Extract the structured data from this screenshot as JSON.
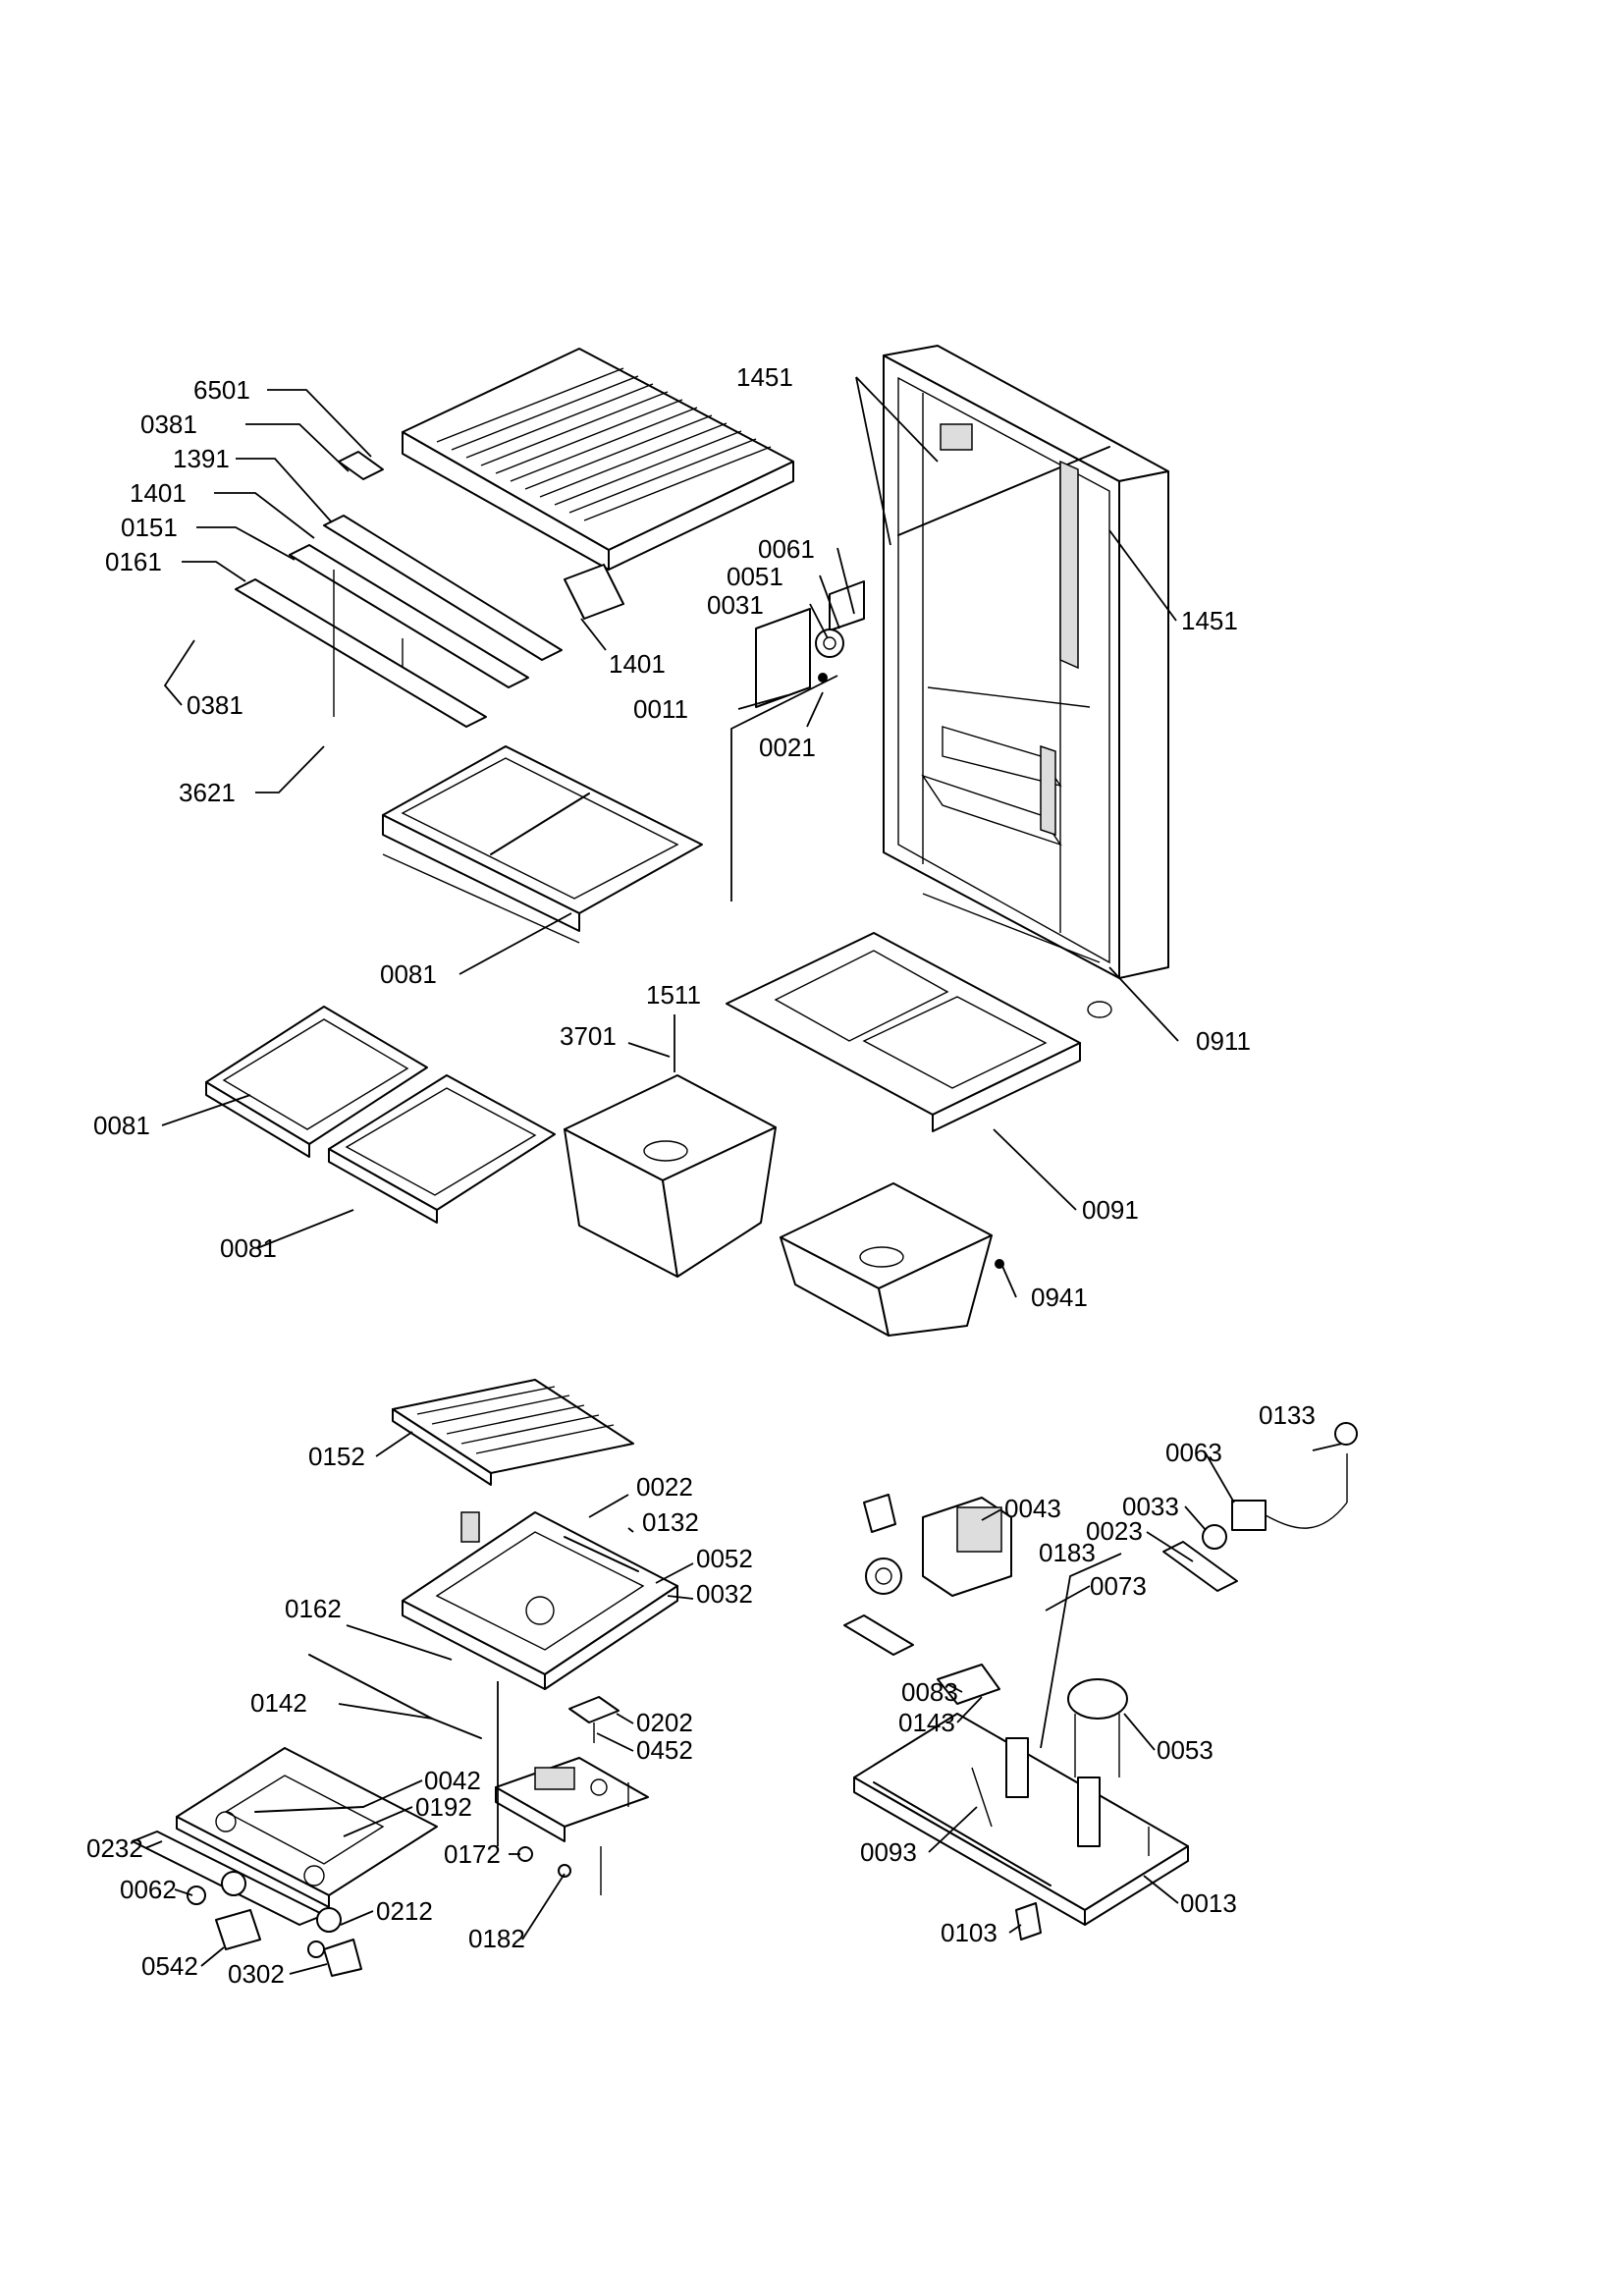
{
  "callouts": [
    {
      "id": "c6501",
      "text": "6501"
    },
    {
      "id": "c0381a",
      "text": "0381"
    },
    {
      "id": "c1391",
      "text": "1391"
    },
    {
      "id": "c1401a",
      "text": "1401"
    },
    {
      "id": "c0151",
      "text": "0151"
    },
    {
      "id": "c0161",
      "text": "0161"
    },
    {
      "id": "c0381b",
      "text": "0381"
    },
    {
      "id": "c3621",
      "text": "3621"
    },
    {
      "id": "c1401b",
      "text": "1401"
    },
    {
      "id": "c1451a",
      "text": "1451"
    },
    {
      "id": "c1451b",
      "text": "1451"
    },
    {
      "id": "c0061",
      "text": "0061"
    },
    {
      "id": "c0051",
      "text": "0051"
    },
    {
      "id": "c0031",
      "text": "0031"
    },
    {
      "id": "c0011",
      "text": "0011"
    },
    {
      "id": "c0021",
      "text": "0021"
    },
    {
      "id": "c0081a",
      "text": "0081"
    },
    {
      "id": "c0911",
      "text": "0911"
    },
    {
      "id": "c1511",
      "text": "1511"
    },
    {
      "id": "c3701",
      "text": "3701"
    },
    {
      "id": "c0081b",
      "text": "0081"
    },
    {
      "id": "c0081c",
      "text": "0081"
    },
    {
      "id": "c0091",
      "text": "0091"
    },
    {
      "id": "c0941",
      "text": "0941"
    },
    {
      "id": "c0133",
      "text": "0133"
    },
    {
      "id": "c0152",
      "text": "0152"
    },
    {
      "id": "c0022",
      "text": "0022"
    },
    {
      "id": "c0132",
      "text": "0132"
    },
    {
      "id": "c0052",
      "text": "0052"
    },
    {
      "id": "c0032",
      "text": "0032"
    },
    {
      "id": "c0162",
      "text": "0162"
    },
    {
      "id": "c0142",
      "text": "0142"
    },
    {
      "id": "c0202",
      "text": "0202"
    },
    {
      "id": "c0452",
      "text": "0452"
    },
    {
      "id": "c0042",
      "text": "0042"
    },
    {
      "id": "c0192",
      "text": "0192"
    },
    {
      "id": "c0232",
      "text": "0232"
    },
    {
      "id": "c0062",
      "text": "0062"
    },
    {
      "id": "c0172",
      "text": "0172"
    },
    {
      "id": "c0212",
      "text": "0212"
    },
    {
      "id": "c0182",
      "text": "0182"
    },
    {
      "id": "c0542",
      "text": "0542"
    },
    {
      "id": "c0302",
      "text": "0302"
    },
    {
      "id": "c0063",
      "text": "0063"
    },
    {
      "id": "c0043",
      "text": "0043"
    },
    {
      "id": "c0033",
      "text": "0033"
    },
    {
      "id": "c0023",
      "text": "0023"
    },
    {
      "id": "c0183",
      "text": "0183"
    },
    {
      "id": "c0073",
      "text": "0073"
    },
    {
      "id": "c0083",
      "text": "0083"
    },
    {
      "id": "c0143",
      "text": "0143"
    },
    {
      "id": "c0053",
      "text": "0053"
    },
    {
      "id": "c0093",
      "text": "0093"
    },
    {
      "id": "c0013",
      "text": "0013"
    },
    {
      "id": "c0103",
      "text": "0103"
    }
  ]
}
